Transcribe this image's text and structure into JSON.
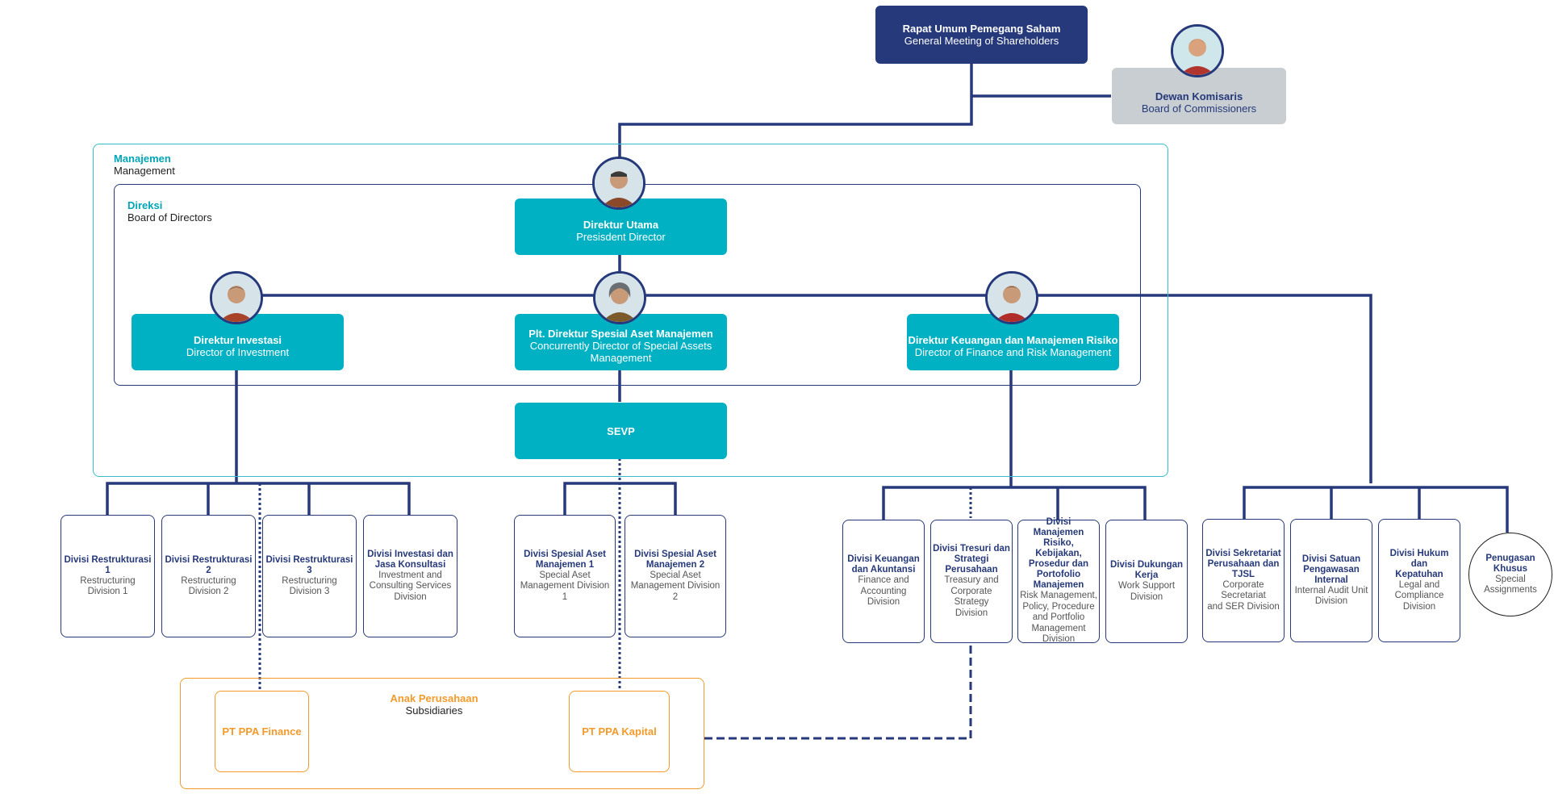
{
  "colors": {
    "navy": "#26397a",
    "teal": "#00b0c3",
    "grey": "#c8ced2",
    "orange": "#f39a2b",
    "frame_teal": "#38bccb"
  },
  "gms": {
    "title": "Rapat Umum Pemegang Saham",
    "subtitle": "General Meeting of Shareholders"
  },
  "commissioners": {
    "title": "Dewan Komisaris",
    "subtitle": "Board of Commissioners"
  },
  "management": {
    "title": "Manajemen",
    "subtitle": "Management"
  },
  "directors_board": {
    "title": "Direksi",
    "subtitle": "Board of Directors"
  },
  "president": {
    "title": "Direktur Utama",
    "subtitle": "Presisdent Director"
  },
  "investment_director": {
    "title": "Direktur Investasi",
    "subtitle": "Director of Investment"
  },
  "special_assets_director": {
    "title": "Plt. Direktur Spesial Aset Manajemen",
    "subtitle_line1": "Concurrently Director of Special Assets",
    "subtitle_line2": "Management"
  },
  "finance_director": {
    "title": "Direktur Keuangan dan Manajemen Risiko",
    "subtitle": "Director of Finance and Risk Management"
  },
  "sevp": {
    "title": "SEVP"
  },
  "divisions": {
    "restr1": {
      "title": "Divisi Restrukturasi 1",
      "subtitle": "Restructuring Division 1"
    },
    "restr2": {
      "title": "Divisi Restrukturasi 2",
      "subtitle": "Restructuring Division 2"
    },
    "restr3": {
      "title": "Divisi Restrukturasi 3",
      "subtitle": "Restructuring Division 3"
    },
    "invest_consult": {
      "title_line1": "Divisi Investasi dan",
      "title_line2": "Jasa Konsultasi",
      "subtitle_line1": "Investment and",
      "subtitle_line2": "Consulting Services",
      "subtitle_line3": "Division"
    },
    "sam1": {
      "title_line1": "Divisi Spesial Aset",
      "title_line2": "Manajemen 1",
      "subtitle_line1": "Special Aset",
      "subtitle_line2": "Management Division 1"
    },
    "sam2": {
      "title_line1": "Divisi Spesial Aset",
      "title_line2": "Manajemen 2",
      "subtitle_line1": "Special Aset",
      "subtitle_line2": "Management Division 2"
    },
    "finance": {
      "title_line1": "Divisi Keuangan",
      "title_line2": "dan Akuntansi",
      "subtitle_line1": "Finance and",
      "subtitle_line2": "Accounting Division"
    },
    "treasury": {
      "title_line1": "Divisi Tresuri dan",
      "title_line2": "Strategi Perusahaan",
      "subtitle_line1": "Treasury and",
      "subtitle_line2": "Corporate Strategy",
      "subtitle_line3": "Division"
    },
    "risk": {
      "title_line1": "Divisi Manajemen",
      "title_line2": "Risiko, Kebijakan,",
      "title_line3": "Prosedur dan",
      "title_line4": "Portofolio",
      "title_line5": "Manajemen",
      "subtitle_line1": "Risk Management,",
      "subtitle_line2": "Policy, Procedure",
      "subtitle_line3": "and Portfolio",
      "subtitle_line4": "Management",
      "subtitle_line5": "Division"
    },
    "work_support": {
      "title_line1": "Divisi Dukungan",
      "title_line2": "Kerja",
      "subtitle_line1": "Work Support",
      "subtitle_line2": "Division"
    },
    "secretariat": {
      "title_line1": "Divisi Sekretariat",
      "title_line2": "Perusahaan dan TJSL",
      "subtitle_line1": "Corporate Secretariat",
      "subtitle_line2": "and SER Division"
    },
    "audit": {
      "title_line1": "Divisi Satuan",
      "title_line2": "Pengawasan Internal",
      "subtitle_line1": "Internal Audit Unit",
      "subtitle_line2": "Division"
    },
    "legal": {
      "title_line1": "Divisi Hukum dan",
      "title_line2": "Kepatuhan",
      "subtitle_line1": "Legal and",
      "subtitle_line2": "Compliance",
      "subtitle_line3": "Division"
    },
    "special": {
      "title_line1": "Penugasan",
      "title_line2": "Khusus",
      "subtitle_line1": "Special",
      "subtitle_line2": "Assignments"
    }
  },
  "subsidiaries": {
    "title": "Anak Perusahaan",
    "subtitle": "Subsidiaries",
    "finance": "PT PPA Finance",
    "kapital": "PT PPA Kapital"
  }
}
